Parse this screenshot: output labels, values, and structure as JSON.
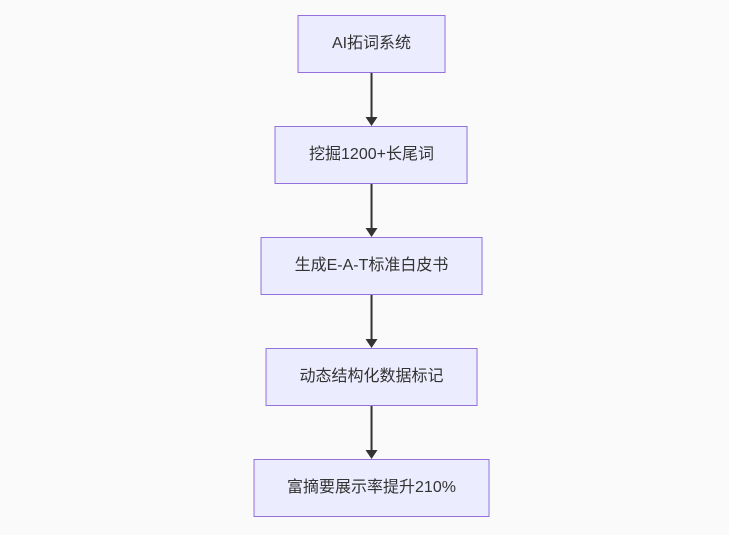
{
  "flowchart": {
    "type": "vertical-flow",
    "nodes": [
      {
        "label": "AI拓词系统"
      },
      {
        "label": "挖掘1200+长尾词"
      },
      {
        "label": "生成E-A-T标准白皮书"
      },
      {
        "label": "动态结构化数据标记"
      },
      {
        "label": "富摘要展示率提升210%"
      }
    ],
    "colors": {
      "node_fill": "#ECECFF",
      "node_border": "#9370DB",
      "node_text": "#333333",
      "arrow": "#333333",
      "background": "#fafafa"
    }
  }
}
